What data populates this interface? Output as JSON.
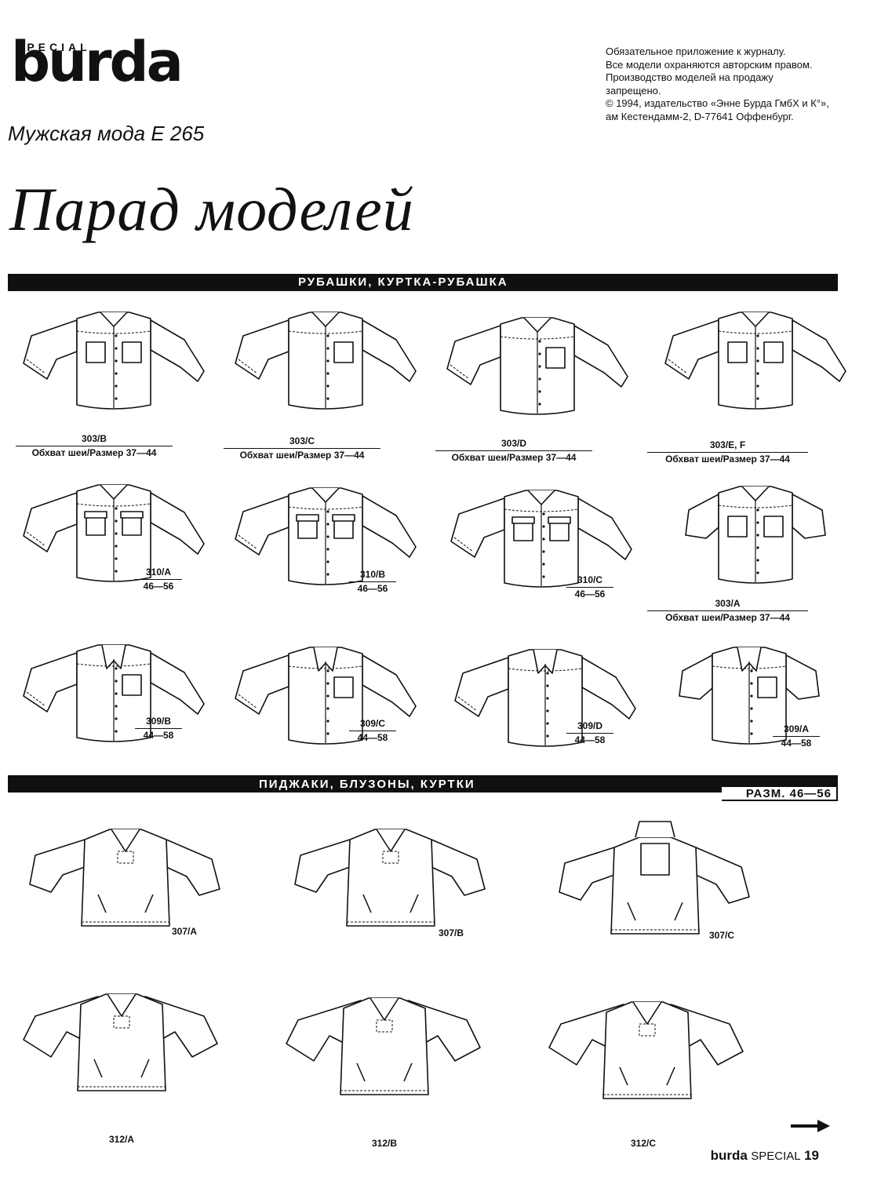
{
  "header": {
    "logo_special": "SPECIAL",
    "logo_brand": "burda",
    "subtitle": "Мужская мода Е 265",
    "title": "Парад моделей"
  },
  "notice": {
    "lines": [
      "Обязательное приложение к журналу.",
      "Все модели охраняются авторским правом.",
      "Производство моделей на продажу",
      "запрещено.",
      "© 1994, издательство «Энне Бурда ГмбХ и К°»,",
      "ам Кестендамм-2, D-77641 Оффенбург."
    ]
  },
  "sections": {
    "shirts": {
      "label": "РУБАШКИ, КУРТКА-РУБАШКА"
    },
    "jackets": {
      "label": "ПИДЖАКИ, БЛУЗОНЫ, КУРТКИ",
      "sizes": "РАЗМ. 46—56"
    }
  },
  "shirts": [
    {
      "code": "303/B",
      "size": "Обхват шеи/Размер 37—44"
    },
    {
      "code": "303/C",
      "size": "Обхват шеи/Размер 37—44"
    },
    {
      "code": "303/D",
      "size": "Обхват шеи/Размер 37—44"
    },
    {
      "code": "303/E, F",
      "size": "Обхват шеи/Размер 37—44"
    },
    {
      "code": "310/A",
      "size": "46—56"
    },
    {
      "code": "310/B",
      "size": "46—56"
    },
    {
      "code": "310/C",
      "size": "46—56"
    },
    {
      "code": "303/A",
      "size": "Обхват шеи/Размер 37—44"
    },
    {
      "code": "309/B",
      "size": "44—58"
    },
    {
      "code": "309/C",
      "size": "44—58"
    },
    {
      "code": "309/D",
      "size": "44—58"
    },
    {
      "code": "309/A",
      "size": "44—58"
    }
  ],
  "jackets": [
    {
      "code": "307/A"
    },
    {
      "code": "307/B"
    },
    {
      "code": "307/C"
    },
    {
      "code": "312/A"
    },
    {
      "code": "312/B"
    },
    {
      "code": "312/C"
    }
  ],
  "footer": {
    "brand": "burda",
    "special": "SPECIAL",
    "page": "19"
  }
}
